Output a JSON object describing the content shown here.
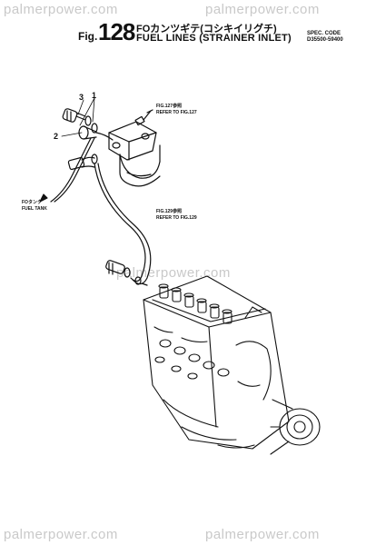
{
  "watermark": "palmerpower.com",
  "header": {
    "fig_label": "Fig.",
    "fig_number": "128",
    "title_jp": "FOカンツギテ(コシキイリグチ)",
    "title_en": "FUEL LINES (STRAINER INLET)",
    "spec_label": "SPEC. CODE",
    "spec_value": "D35500-59400"
  },
  "notes": {
    "fig127_jp": "FIG.127参照",
    "fig127_en": "REFER TO FIG.127",
    "fig129_jp": "FIG.129参照",
    "fig129_en": "REFER TO FIG.129",
    "fuel_tank_jp": "FOタンク",
    "fuel_tank_en": "FUEL TANK"
  },
  "callouts": [
    "3",
    "1",
    "2"
  ]
}
